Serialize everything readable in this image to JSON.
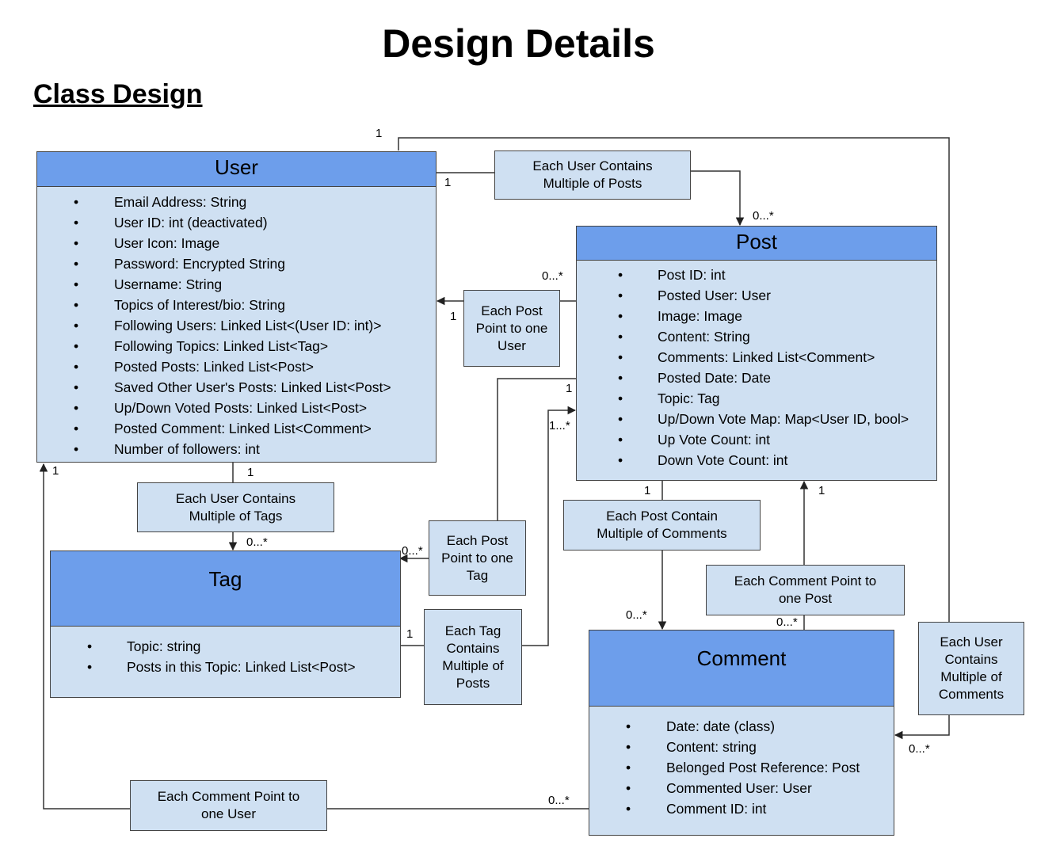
{
  "page": {
    "title": "Design Details",
    "subtitle": "Class Design"
  },
  "classes": {
    "user": {
      "name": "User",
      "attributes": [
        "Email Address: String",
        "User ID: int (deactivated)",
        "User Icon: Image",
        "Password: Encrypted String",
        "Username: String",
        "Topics of Interest/bio: String",
        "Following Users: Linked List<(User ID: int)>",
        "Following Topics: Linked List<Tag>",
        "Posted Posts: Linked List<Post>",
        "Saved Other User's Posts: Linked List<Post>",
        "Up/Down Voted Posts: Linked List<Post>",
        "Posted Comment: Linked List<Comment>",
        "Number of followers: int"
      ]
    },
    "post": {
      "name": "Post",
      "attributes": [
        "Post ID: int",
        "Posted User: User",
        "Image: Image",
        "Content: String",
        "Comments: Linked List<Comment>",
        "Posted Date: Date",
        "Topic: Tag",
        "Up/Down Vote Map: Map<User ID, bool>",
        "Up Vote Count: int",
        "Down Vote Count: int"
      ]
    },
    "tag": {
      "name": "Tag",
      "attributes": [
        "Topic: string",
        "Posts in this Topic: Linked List<Post>"
      ]
    },
    "comment": {
      "name": "Comment",
      "attributes": [
        "Date: date (class)",
        "Content: string",
        "Belonged Post Reference: Post",
        "Commented User: User",
        "Comment ID: int"
      ]
    }
  },
  "relations": {
    "user_posts": "Each User Contains Multiple of Posts",
    "post_user": "Each Post Point to one User",
    "user_tags": "Each User Contains Multiple of Tags",
    "post_tag": "Each Post Point to one Tag",
    "tag_posts": "Each Tag Contains Multiple of Posts",
    "post_comments": "Each Post Contain Multiple of Comments",
    "comment_post": "Each Comment Point to one Post",
    "user_comments": "Each User Contains Multiple of Comments",
    "comment_user": "Each Comment Point to one User"
  },
  "multiplicities": {
    "one": "1",
    "zero_many": "0...*",
    "one_many": "1...*"
  },
  "colors": {
    "class_header": "#6d9eeb",
    "class_body": "#cfe0f2",
    "line": "#333333"
  }
}
